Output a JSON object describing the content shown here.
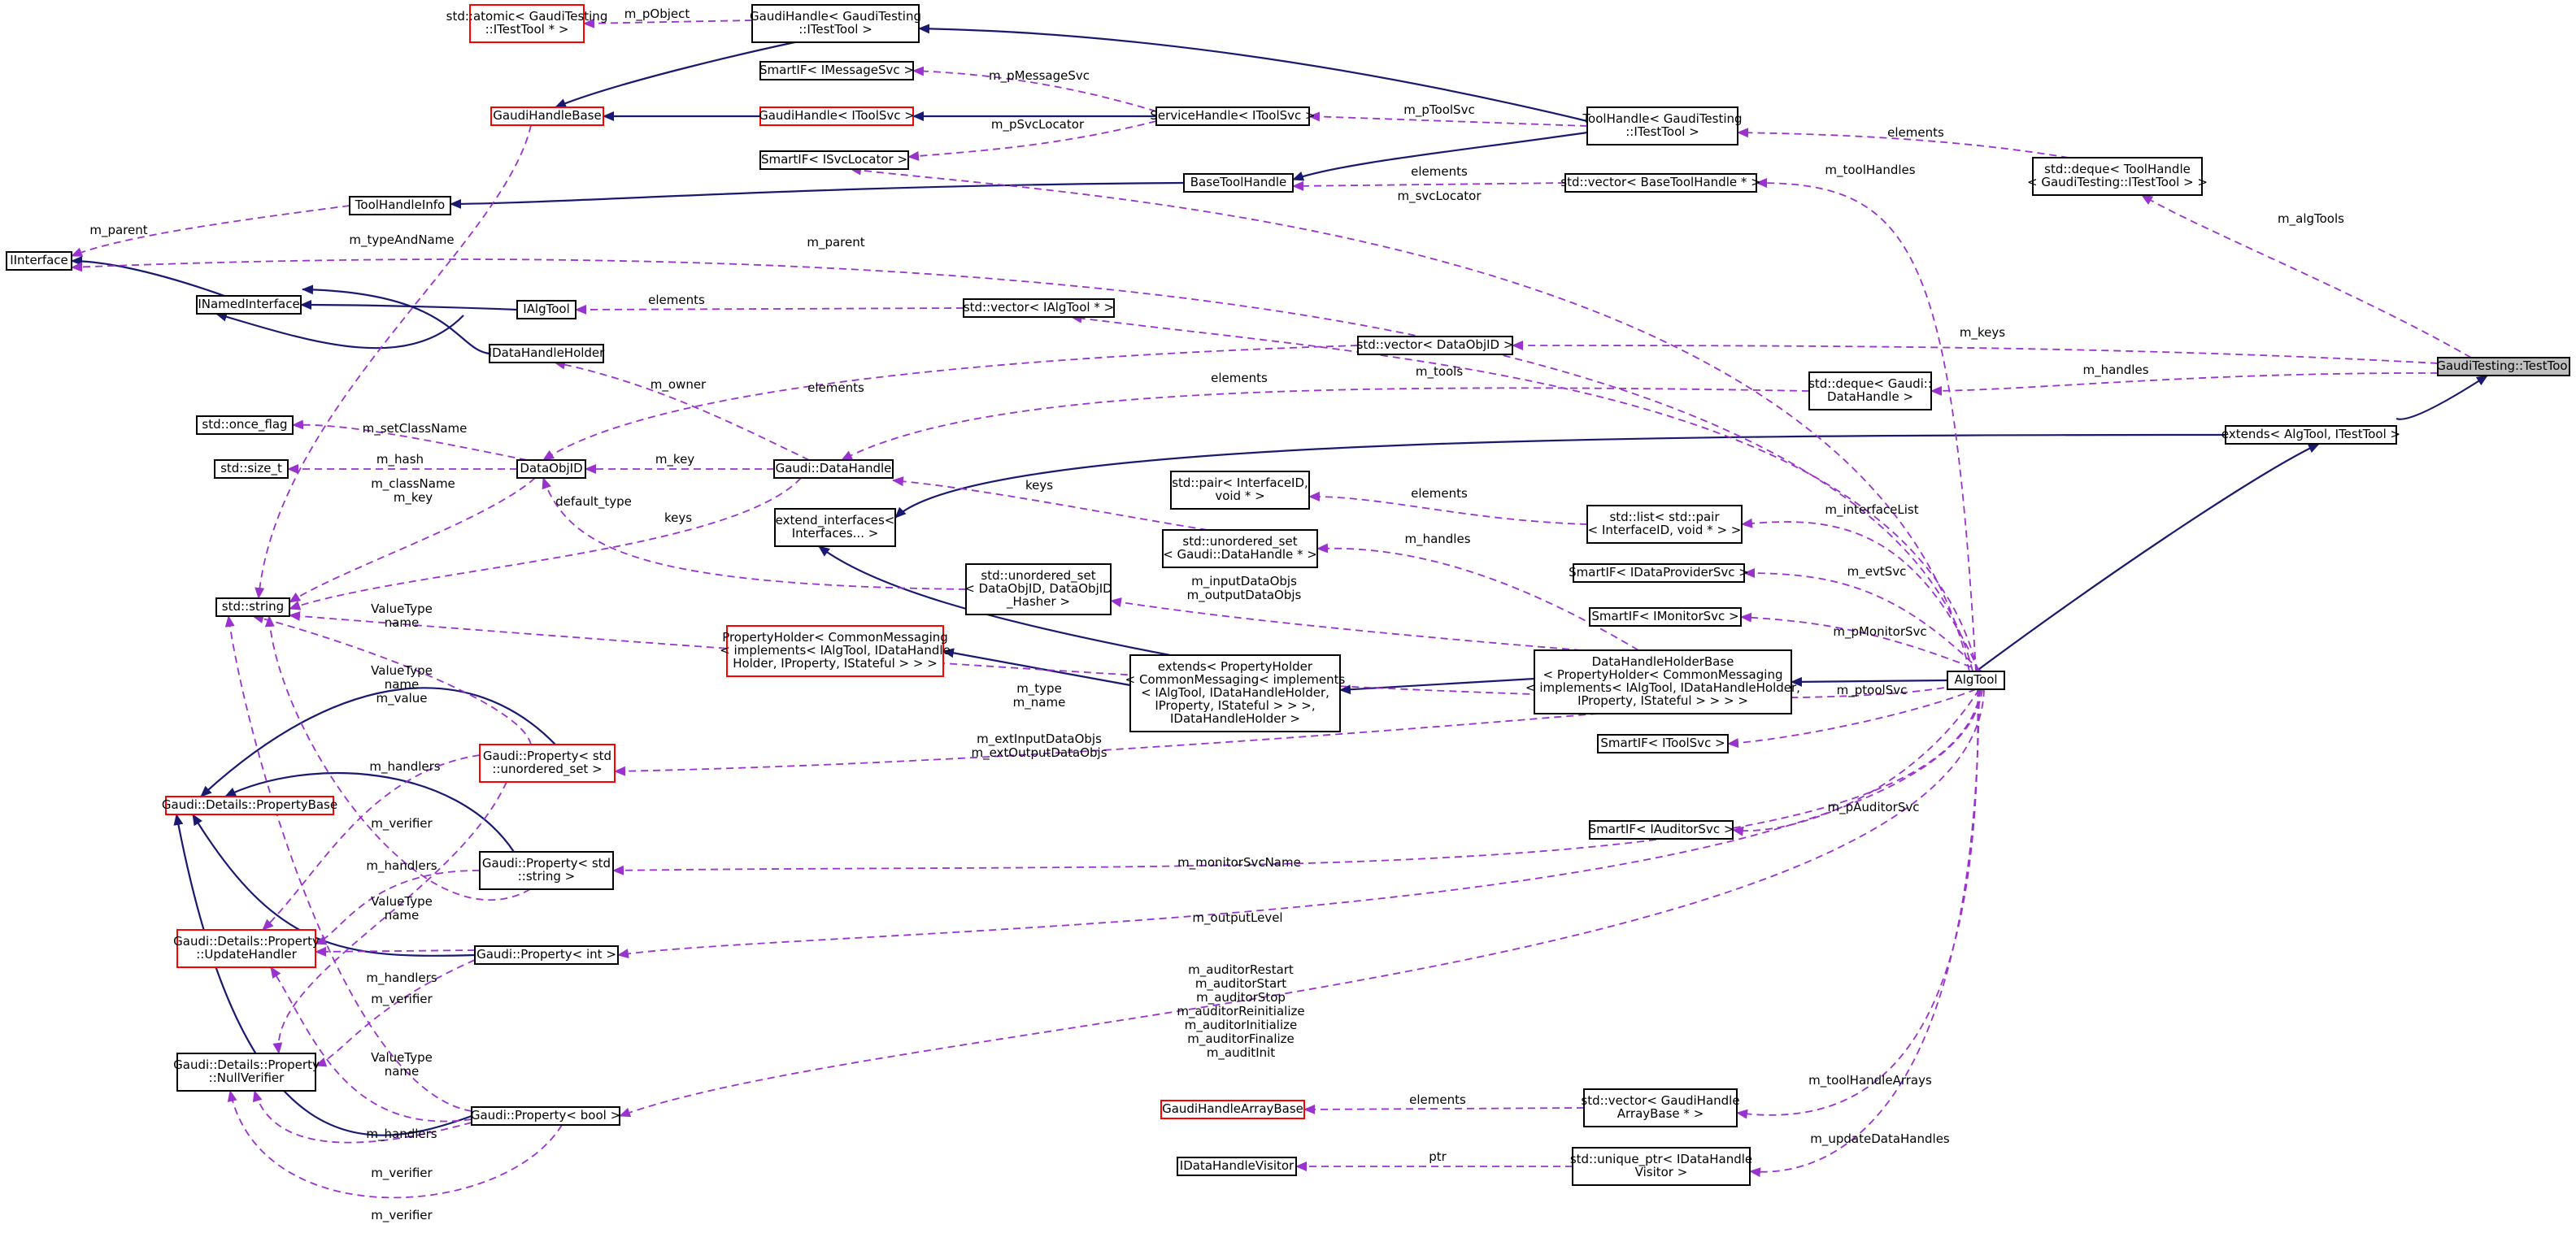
{
  "colors": {
    "inheritance": "#191970",
    "usage": "#9a32cd",
    "node_border": "#000000",
    "node_border_incomplete": "#ff0000",
    "node_highlight_fill": "#bfbfbf"
  },
  "nodes": {
    "atomic": [
      "std::atomic< GaudiTesting",
      "::ITestTool * >"
    ],
    "gh_itesttool": [
      "GaudiHandle< GaudiTesting",
      "::ITestTool >"
    ],
    "smartif_msgsvc": [
      "SmartIF< IMessageSvc >"
    ],
    "gaudihandlebase": [
      "GaudiHandleBase"
    ],
    "gh_itoolsvc": [
      "GaudiHandle< IToolSvc >"
    ],
    "servicehandle": [
      "ServiceHandle< IToolSvc >"
    ],
    "toolhandle_tt": [
      "ToolHandle< GaudiTesting",
      "::ITestTool >"
    ],
    "deque_toolhandle": [
      "std::deque< ToolHandle",
      "< GaudiTesting::ITestTool > >"
    ],
    "smartif_svcloc": [
      "SmartIF< ISvcLocator >"
    ],
    "basetoolhandle": [
      "BaseToolHandle"
    ],
    "vec_basetoolhandle": [
      "std::vector< BaseToolHandle * >"
    ],
    "toolhandleinfo": [
      "ToolHandleInfo"
    ],
    "iinterface": [
      "IInterface"
    ],
    "inamedinterface": [
      "INamedInterface"
    ],
    "ialgtool": [
      "IAlgTool"
    ],
    "vec_ialgtool": [
      "std::vector< IAlgTool * >"
    ],
    "idatahandleholder": [
      "IDataHandleHolder"
    ],
    "vec_dataobjid": [
      "std::vector< DataObjID >"
    ],
    "testtool": [
      "GaudiTesting::TestTool"
    ],
    "deque_datahandle": [
      "std::deque< Gaudi::",
      "DataHandle >"
    ],
    "once_flag": [
      "std::once_flag"
    ],
    "size_t": [
      "std::size_t"
    ],
    "dataobjid": [
      "DataObjID"
    ],
    "datahandle": [
      "Gaudi::DataHandle"
    ],
    "extends_algtool": [
      "extends< AlgTool, ITestTool >"
    ],
    "extend_interfaces": [
      "extend_interfaces<",
      "Interfaces... >"
    ],
    "pair_iid": [
      "std::pair< InterfaceID,",
      "void * >"
    ],
    "list_pair": [
      "std::list< std::pair",
      "< InterfaceID, void * > >"
    ],
    "unordered_set_dh": [
      "std::unordered_set",
      "< Gaudi::DataHandle * >"
    ],
    "string": [
      "std::string"
    ],
    "unordered_set_doid": [
      "std::unordered_set",
      "< DataObjID, DataObjID",
      "_Hasher >"
    ],
    "smartif_dps": [
      "SmartIF< IDataProviderSvc >"
    ],
    "smartif_monitor": [
      "SmartIF< IMonitorSvc >"
    ],
    "propertyholder": [
      "PropertyHolder< CommonMessaging",
      "< implements< IAlgTool, IDataHandle",
      "Holder, IProperty, IStateful > > >"
    ],
    "extends_ph": [
      "extends< PropertyHolder",
      "< CommonMessaging< implements",
      "< IAlgTool, IDataHandleHolder,",
      "IProperty, IStateful > > >,",
      "IDataHandleHolder >"
    ],
    "dhholderbase": [
      "DataHandleHolderBase",
      "< PropertyHolder< CommonMessaging",
      "< implements< IAlgTool, IDataHandleHolder,",
      "IProperty, IStateful > > > >"
    ],
    "algtool": [
      "AlgTool"
    ],
    "propertybase": [
      "Gaudi::Details::PropertyBase"
    ],
    "prop_uset": [
      "Gaudi::Property< std",
      "::unordered_set >"
    ],
    "smartif_toolsvc": [
      "SmartIF< IToolSvc >"
    ],
    "smartif_auditor": [
      "SmartIF< IAuditorSvc >"
    ],
    "prop_string": [
      "Gaudi::Property< std",
      "::string >"
    ],
    "updatehandler": [
      "Gaudi::Details::Property",
      "::UpdateHandler"
    ],
    "prop_int": [
      "Gaudi::Property< int >"
    ],
    "nullverifier": [
      "Gaudi::Details::Property",
      "::NullVerifier"
    ],
    "prop_bool": [
      "Gaudi::Property< bool >"
    ],
    "gh_arraybase": [
      "GaudiHandleArrayBase"
    ],
    "vec_gh_arraybase": [
      "std::vector< GaudiHandle",
      "ArrayBase * >"
    ],
    "idatahandlevisitor": [
      "IDataHandleVisitor"
    ],
    "uptr_visitor": [
      "std::unique_ptr< IDataHandle",
      "Visitor >"
    ]
  },
  "edge_labels": {
    "m_pobject": [
      "m_pObject"
    ],
    "m_pmessagesvc": [
      "m_pMessageSvc"
    ],
    "m_ptoolsvc_th": [
      "m_pToolSvc"
    ],
    "elements_deque_th": [
      "elements"
    ],
    "m_psvclocator": [
      "m_pSvcLocator"
    ],
    "elements_vec_bth": [
      "elements"
    ],
    "m_toolhandles": [
      "m_toolHandles"
    ],
    "m_svclocator": [
      "m_svcLocator"
    ],
    "m_algtools": [
      "m_algTools"
    ],
    "m_parent_thi": [
      "m_parent"
    ],
    "m_typeandname": [
      "m_typeAndName"
    ],
    "m_parent": [
      "m_parent"
    ],
    "elements_vec_ialg": [
      "elements"
    ],
    "m_keys": [
      "m_keys"
    ],
    "m_tools": [
      "m_tools"
    ],
    "m_handles_deque": [
      "m_handles"
    ],
    "elements_vec_doid": [
      "elements"
    ],
    "elements_deque_dh": [
      "elements"
    ],
    "m_owner": [
      "m_owner"
    ],
    "m_setclassname": [
      "m_setClassName"
    ],
    "m_hash": [
      "m_hash"
    ],
    "m_key": [
      "m_key"
    ],
    "m_classname": [
      "m_className",
      "m_key"
    ],
    "default_type": [
      "default_type"
    ],
    "keys_usdh": [
      "keys"
    ],
    "keys_usdoid": [
      "keys"
    ],
    "elements_list": [
      "elements"
    ],
    "m_interfacelist": [
      "m_interfaceList"
    ],
    "m_handles_us": [
      "m_handles"
    ],
    "m_evtsvc": [
      "m_evtSvc"
    ],
    "m_io_dataobjs": [
      "m_inputDataObjs",
      "m_outputDataObjs"
    ],
    "m_pmonitorsvc": [
      "m_pMonitorSvc"
    ],
    "vt_name_1": [
      "ValueType",
      "name"
    ],
    "vt_name_value": [
      "ValueType",
      "name",
      "m_value"
    ],
    "m_type_name": [
      "m_type",
      "m_name"
    ],
    "m_ptoolsvc": [
      "m_ptoolSvc"
    ],
    "m_handlers_1": [
      "m_handlers"
    ],
    "m_ext_io": [
      "m_extInputDataObjs",
      "m_extOutputDataObjs"
    ],
    "m_verifier_1": [
      "m_verifier"
    ],
    "m_pauditorsvc": [
      "m_pAuditorSvc"
    ],
    "m_handlers_2": [
      "m_handlers"
    ],
    "m_monitorsvcname": [
      "m_monitorSvcName"
    ],
    "vt_name_2": [
      "ValueType",
      "name"
    ],
    "m_outputlevel": [
      "m_outputLevel"
    ],
    "m_handlers_3": [
      "m_handlers"
    ],
    "m_verifier_2": [
      "m_verifier"
    ],
    "m_auditors": [
      "m_auditorRestart",
      "m_auditorStart",
      "m_auditorStop",
      "m_auditorReinitialize",
      "m_auditorInitialize",
      "m_auditorFinalize",
      "m_auditInit"
    ],
    "vt_name_3": [
      "ValueType",
      "name"
    ],
    "m_toolhandlearrays": [
      "m_toolHandleArrays"
    ],
    "elements_gharr": [
      "elements"
    ],
    "m_handlers_4": [
      "m_handlers"
    ],
    "m_verifier_3": [
      "m_verifier"
    ],
    "m_updatedatahandles": [
      "m_updateDataHandles"
    ],
    "ptr": [
      "ptr"
    ],
    "m_verifier_4": [
      "m_verifier"
    ]
  }
}
